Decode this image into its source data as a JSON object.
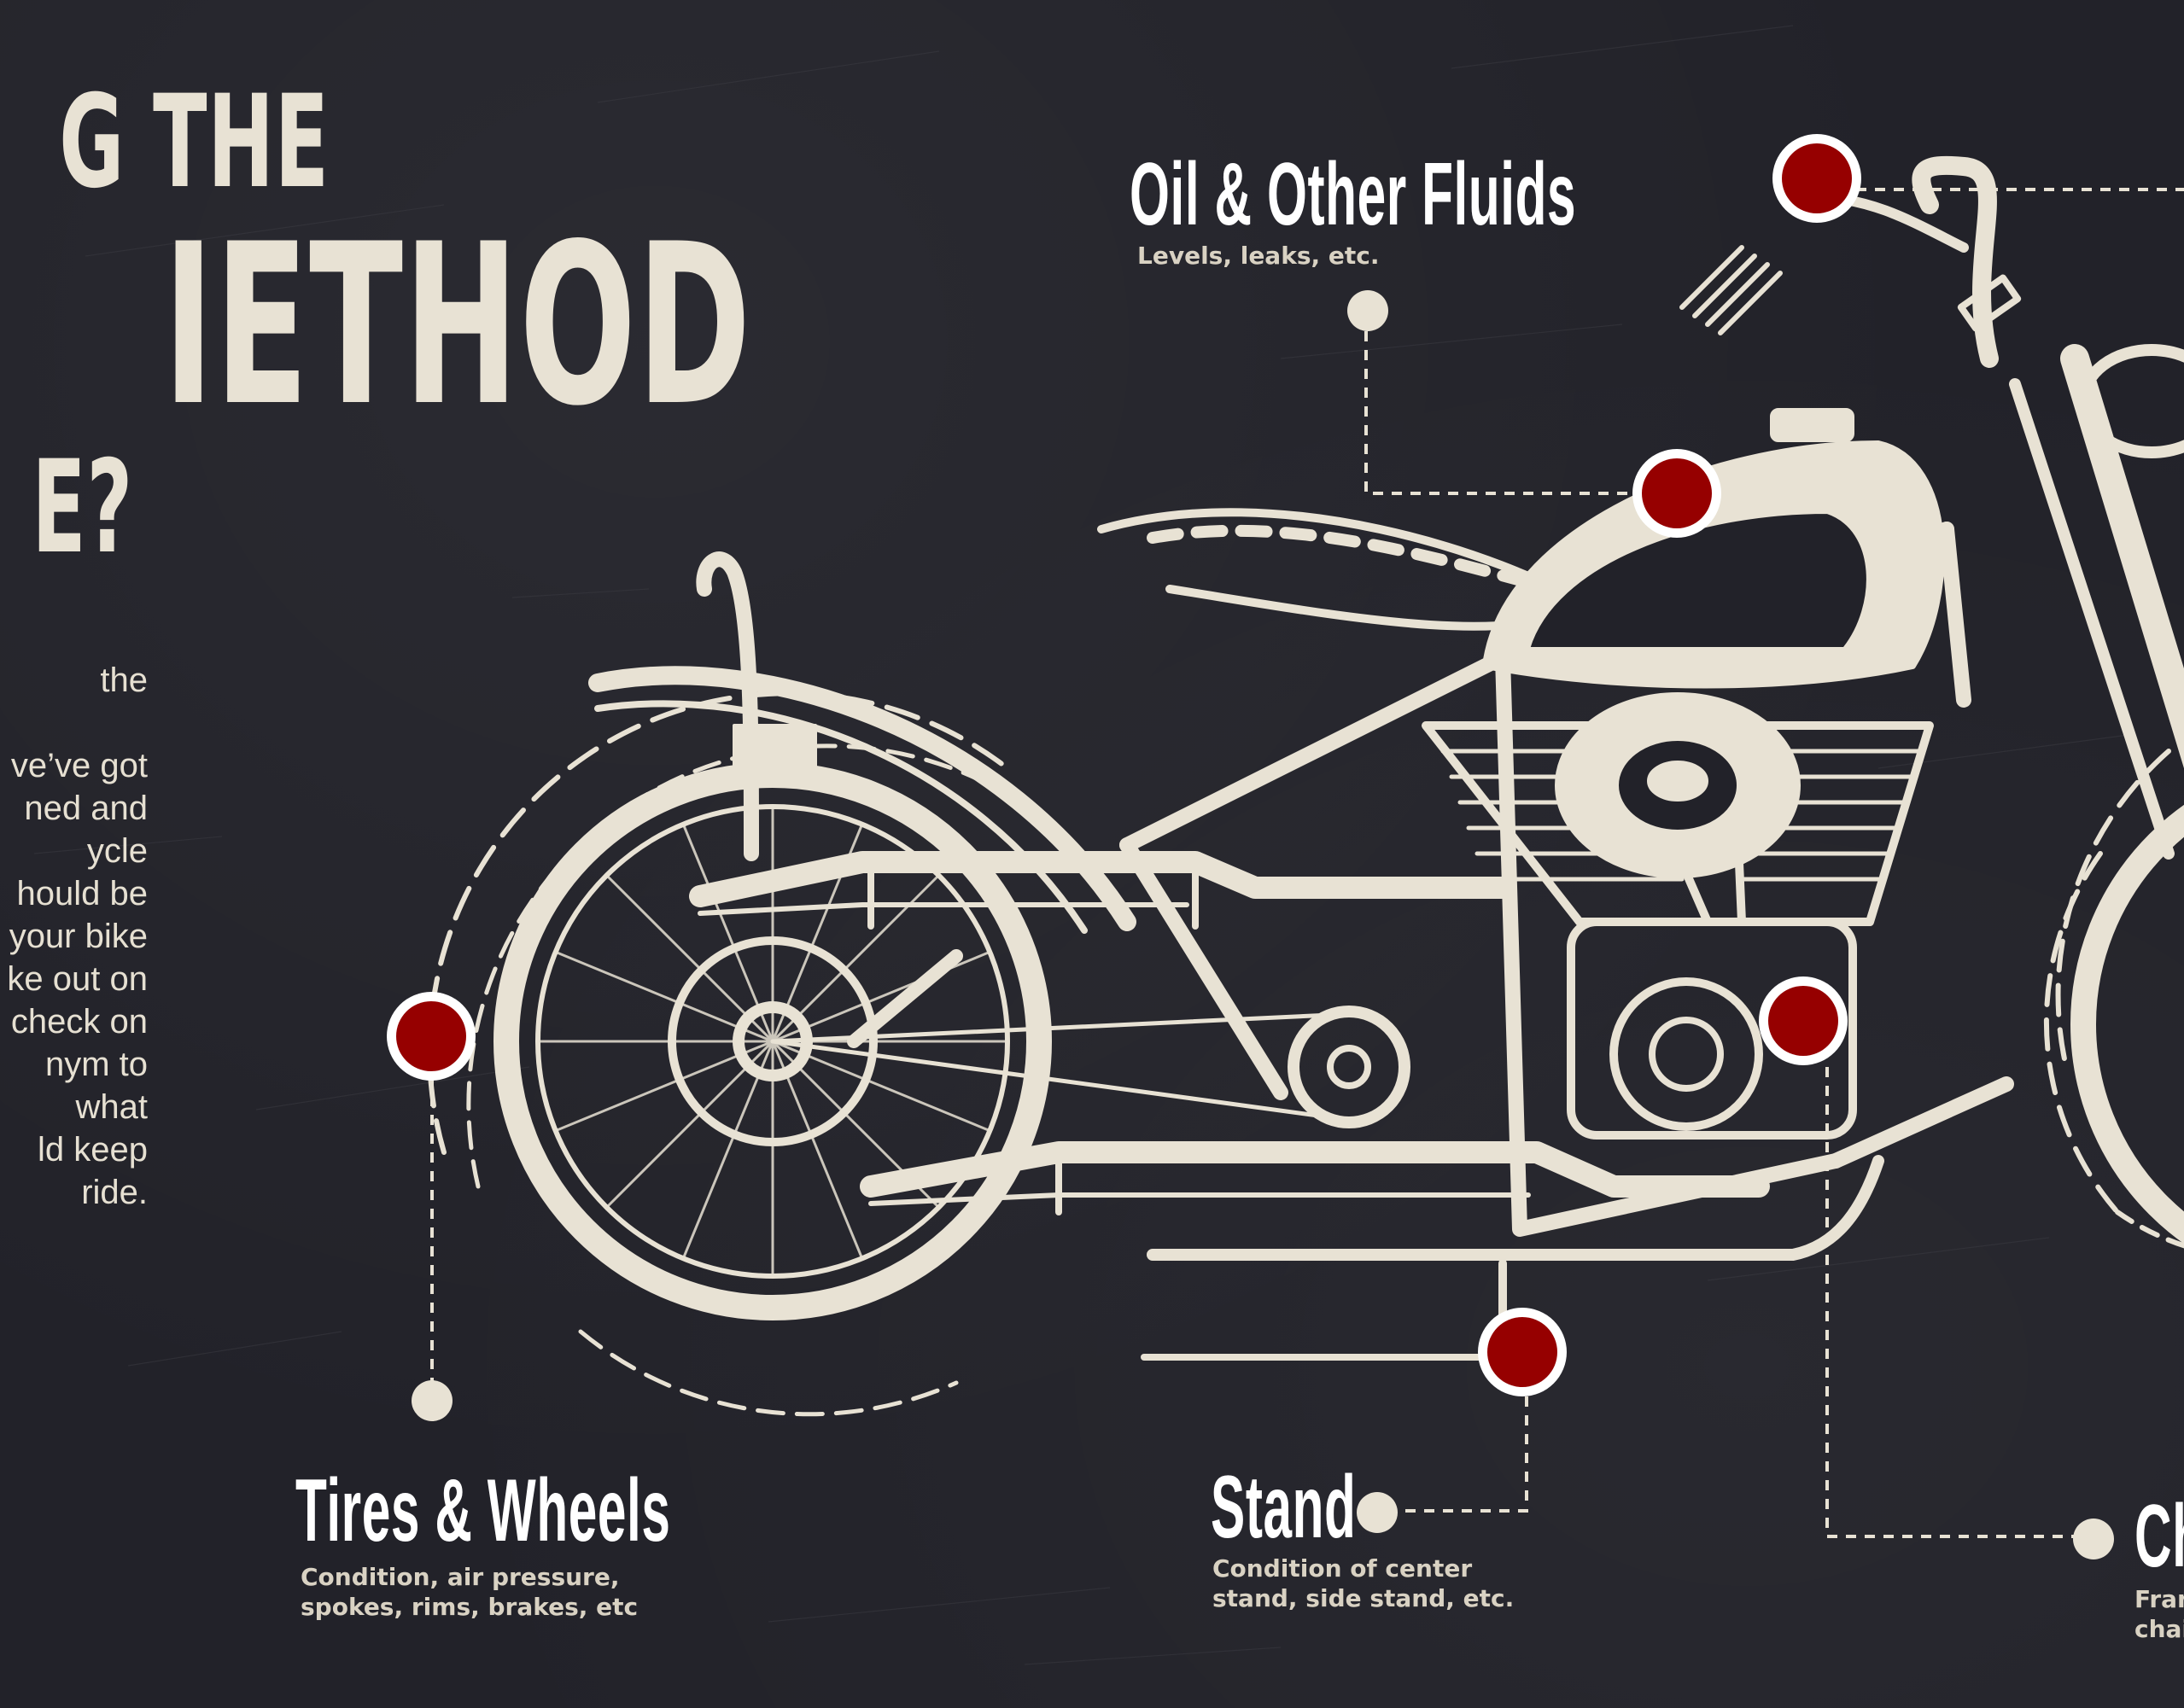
{
  "headline": {
    "line1": "G THE",
    "line2": "IETHOD",
    "line3": "E?"
  },
  "intro_lines": [
    "the",
    "",
    "ve’ve got",
    "ned and",
    "ycle",
    "hould be",
    "your bike",
    "ke out on",
    "check on",
    "nym to",
    "what",
    "ld keep",
    "ride."
  ],
  "callouts": {
    "oil": {
      "title": "Oil & Other Fluids",
      "subtitle": "Levels, leaks, etc."
    },
    "tires": {
      "title": "Tires & Wheels",
      "subtitle_lines": [
        "Condition, air pressure,",
        "spokes, rims, brakes, etc"
      ]
    },
    "stand": {
      "title": "Stand",
      "subtitle_lines": [
        "Condition of center",
        "stand, side stand, etc."
      ]
    },
    "chassis": {
      "title": "Ch",
      "subtitle_lines": [
        "Fran",
        "chai"
      ]
    }
  },
  "colors": {
    "background": "#222229",
    "cream": "#e8e2d4",
    "marker_red": "#960000",
    "marker_ring": "#ffffff"
  }
}
